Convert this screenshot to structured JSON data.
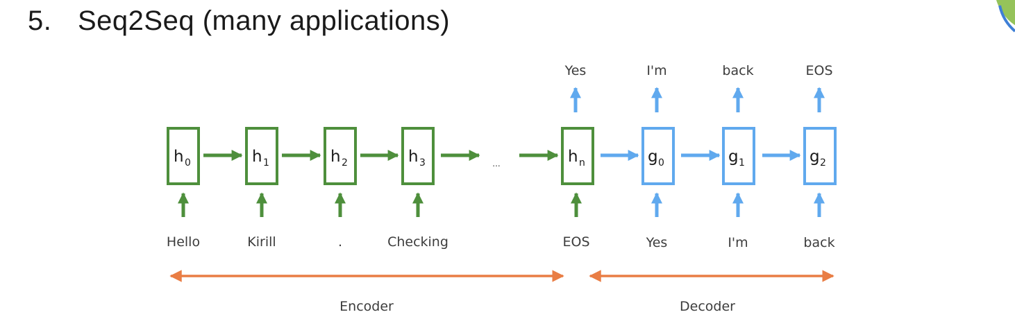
{
  "title": {
    "number": "5.",
    "text": "Seq2Seq (many applications)"
  },
  "colors": {
    "encoder": "#4e8f3c",
    "decoder": "#60a9ee",
    "span": "#e97d44",
    "corner_deco": "#95c35a",
    "corner_ring": "#3f7fd6"
  },
  "encoder_cells": [
    {
      "label": "h",
      "sub": "0",
      "input": "Hello"
    },
    {
      "label": "h",
      "sub": "1",
      "input": "Kirill"
    },
    {
      "label": "h",
      "sub": "2",
      "input": "."
    },
    {
      "label": "h",
      "sub": "3",
      "input": "Checking"
    },
    {
      "label": "h",
      "sub": "n",
      "input": "EOS",
      "output": "Yes"
    }
  ],
  "decoder_cells": [
    {
      "label": "g",
      "sub": "0",
      "input": "Yes",
      "output": "I'm"
    },
    {
      "label": "g",
      "sub": "1",
      "input": "I'm",
      "output": "back"
    },
    {
      "label": "g",
      "sub": "2",
      "input": "back",
      "output": "EOS"
    }
  ],
  "ellipsis": "...",
  "spans": {
    "encoder_label": "Encoder",
    "decoder_label": "Decoder"
  }
}
